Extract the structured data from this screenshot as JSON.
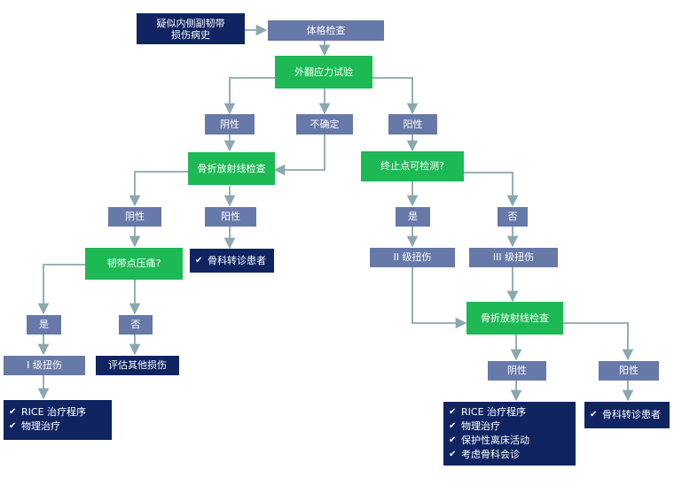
{
  "colors": {
    "navy": "#0f2460",
    "slate": "#6779a8",
    "green": "#1db954",
    "arrow": "#8aa8ad"
  },
  "nodes": {
    "start": "疑似内侧副韧带\n损伤病史",
    "exam": "体格检查",
    "valgus": "外翻应力试验",
    "valgus_neg": "阴性",
    "valgus_uncertain": "不确定",
    "valgus_pos": "阳性",
    "xray1": "骨折放射线检查",
    "xray1_neg": "阴性",
    "xray1_pos": "阳性",
    "xray1_pos_action": "骨科转诊患者",
    "tender": "韧带点压痛?",
    "tender_yes": "是",
    "tender_no": "否",
    "grade1": "I 级扭伤",
    "other_injury": "评估其他损伤",
    "endpoint": "终止点可检测?",
    "endpoint_yes": "是",
    "endpoint_no": "否",
    "grade2": "II 级扭伤",
    "grade3": "III 级扭伤",
    "xray2": "骨折放射线检查",
    "xray2_neg": "阴性",
    "xray2_pos": "阳性",
    "xray2_pos_action": "骨科转诊患者"
  },
  "lists": {
    "grade1_care": [
      "RICE 治疗程序",
      "物理治疗"
    ],
    "xray2_neg_care": [
      "RICE 治疗程序",
      "物理治疗",
      "保护性离床活动",
      "考虑骨科会诊"
    ]
  },
  "check_mark": "✔"
}
